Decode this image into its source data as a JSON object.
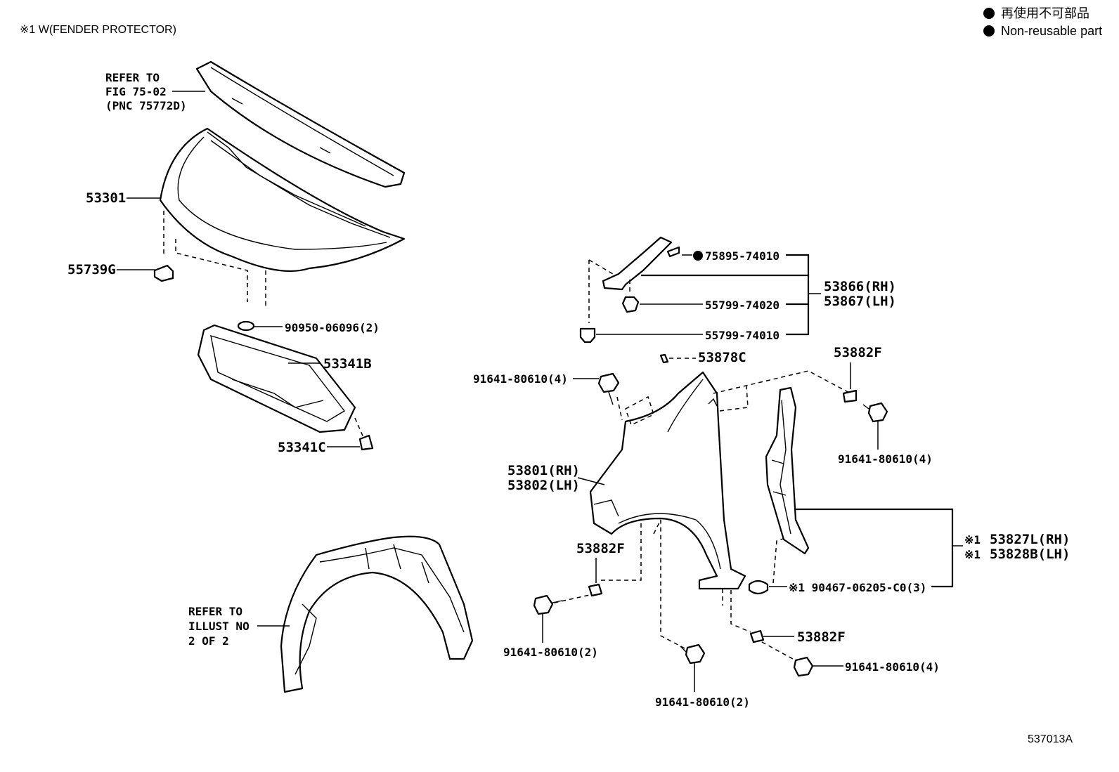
{
  "header_note": "※1 W(FENDER PROTECTOR)",
  "legend": [
    {
      "symbol": "●",
      "text": "再使用不可部品"
    },
    {
      "symbol": "●",
      "text": "Non-reusable part"
    }
  ],
  "figure_id": "537013A",
  "refer_fig": [
    "REFER TO",
    "FIG 75-02",
    "(PNC 75772D)"
  ],
  "refer_illust": [
    "REFER TO",
    "ILLUST NO",
    "2 OF 2"
  ],
  "part_labels": {
    "hood": "53301",
    "cushion": "55739G",
    "plug": "90950-06096(2)",
    "insulator": "53341B",
    "insulator_clip": "53341C",
    "clip_seal": "75895-74010",
    "cowl_seal_rh": "53866(RH)",
    "cowl_seal_lh": "53867(LH)",
    "clip_55799_20": "55799-74020",
    "clip_55799_10": "55799-74010",
    "pad": "53878C",
    "nut_top_right": "53882F",
    "bolt_top_left": "91641-80610(4)",
    "bolt_top_right": "91641-80610(4)",
    "fender_rh": "53801(RH)",
    "fender_lh": "53802(LH)",
    "protector_rh": "53827L(RH)",
    "protector_lh": "53828B(LH)",
    "protector_mark": "※1",
    "protector_clip": "※1 90467-06205-C0(3)",
    "nut_mid_left": "53882F",
    "bolt_lower_left": "91641-80610(2)",
    "bolt_lower_mid": "91641-80610(2)",
    "nut_lower_right": "53882F",
    "bolt_lower_right": "91641-80610(4)"
  }
}
